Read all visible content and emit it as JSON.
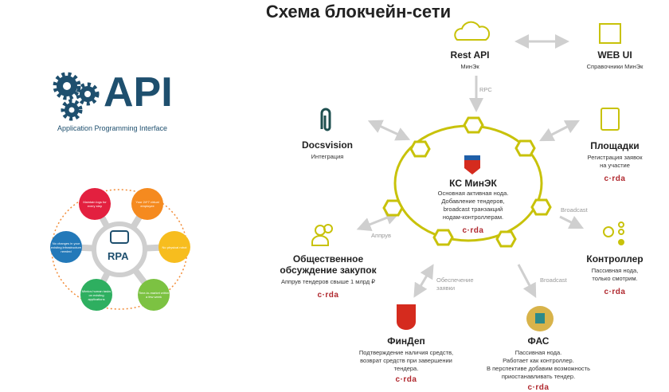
{
  "title": "Схема блокчейн-сети",
  "api_logo": {
    "text": "API",
    "subtitle": "Application Programming Interface"
  },
  "rpa": {
    "center": "RPA",
    "items": [
      "Maintain logs for every step",
      "Your 24*7 virtual employee",
      "No physical robot",
      "Time-to-market within a few week",
      "Mimics human tasks on existing applications",
      "No changes in your existing infrastructure needed"
    ]
  },
  "nodes": {
    "rest": {
      "title": "Rest API",
      "sub": "МинЭк"
    },
    "web": {
      "title": "WEB UI",
      "sub": "Справочники МинЭк"
    },
    "docs": {
      "title": "Docsvision",
      "sub": "Интеграция"
    },
    "center": {
      "title": "КС МинЭК",
      "sub1": "Основная активная нода.",
      "sub2": "Добавление тендеров,",
      "sub3": "broadcast транзакций",
      "sub4": "нодам-контроллерам.",
      "corda": "c·rda"
    },
    "plosh": {
      "title": "Площадки",
      "sub1": "Регистрация заявок",
      "sub2": "на участие",
      "corda": "c·rda"
    },
    "obsh": {
      "title1": "Общественное",
      "title2": "обсуждение закупок",
      "sub": "Аппрув тендеров свыше 1 млрд ₽",
      "corda": "c·rda"
    },
    "ctrl": {
      "title": "Контроллер",
      "sub1": "Пассивная нода,",
      "sub2": "только смотрим.",
      "corda": "c·rda"
    },
    "findep": {
      "title": "ФинДеп",
      "sub1": "Подтверждение наличия средств,",
      "sub2": "возврат средств при завершении",
      "sub3": "тендера.",
      "corda": "c·rda"
    },
    "fas": {
      "title": "ФАС",
      "sub1": "Пассивная нода.",
      "sub2": "Работает как контроллер.",
      "sub3": "В перспективе добавим возможность",
      "sub4": "приостанавливать тендер.",
      "corda": "c·rda"
    }
  },
  "labels": {
    "rpc": "RPC",
    "broadcast1": "Broadcast",
    "broadcast2": "Broadcast",
    "approve": "Аппрув",
    "secure1": "Обеспечение",
    "secure2": "заявки"
  },
  "colors": {
    "accent": "#c8c20a",
    "corda": "#b0282e",
    "arrow": "#cfcfcf",
    "logo": "#1e4f6e"
  }
}
